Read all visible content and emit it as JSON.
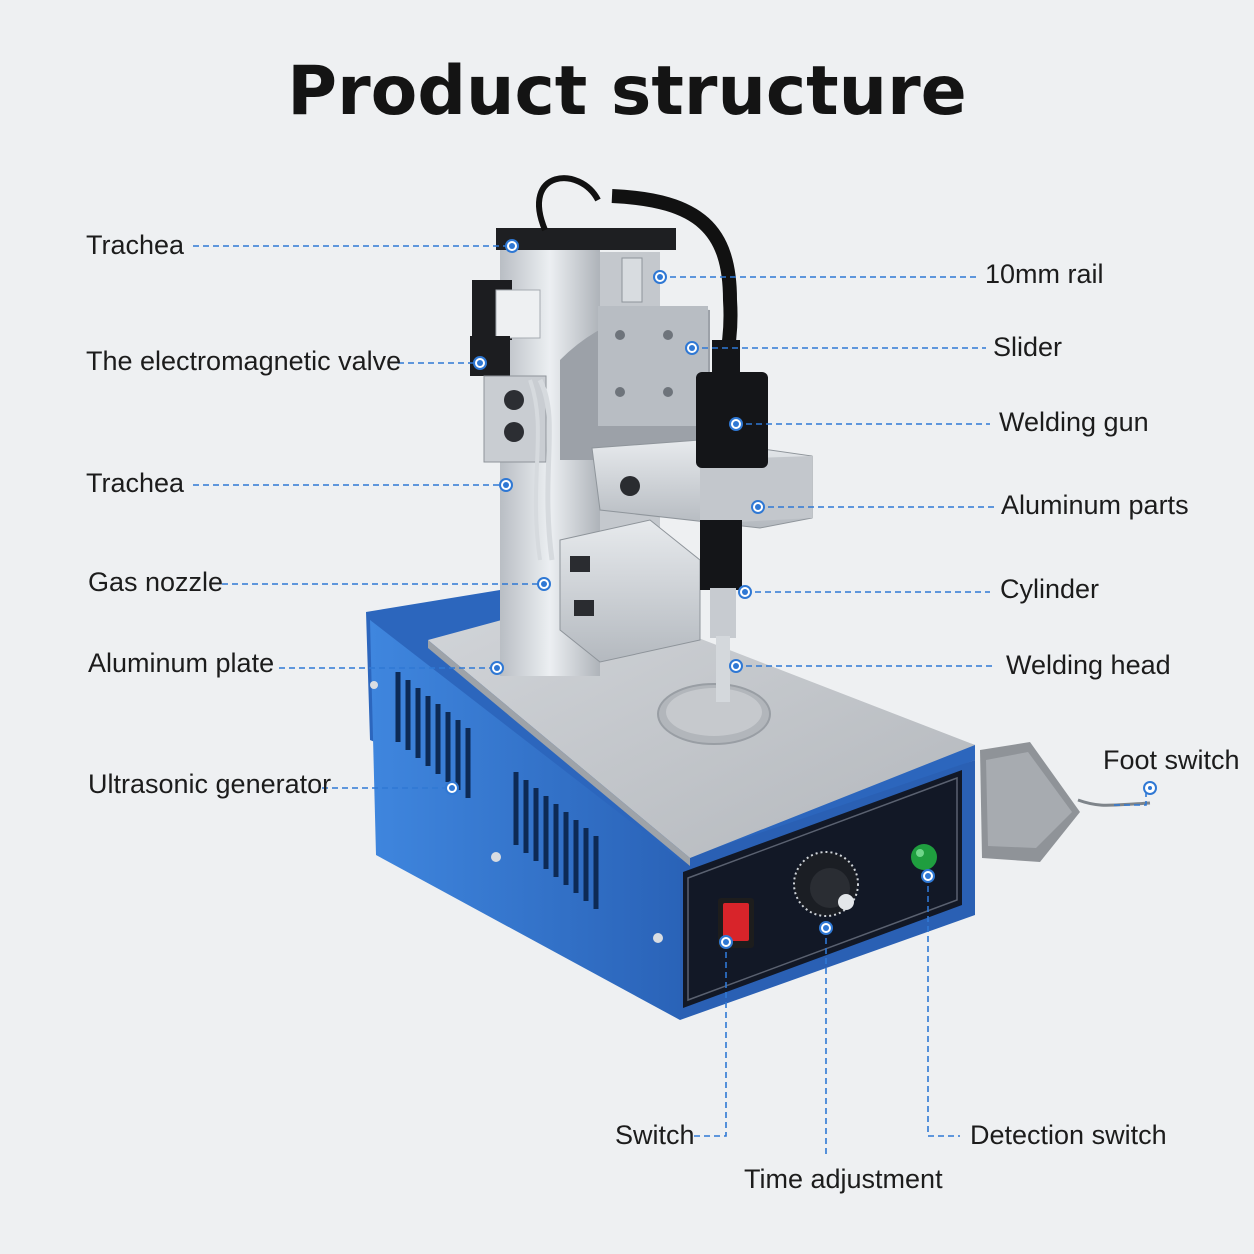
{
  "title": "Product structure",
  "labels": {
    "trachea_top": "Trachea",
    "valve": "The electromagnetic valve",
    "trachea_mid": "Trachea",
    "gas_nozzle": "Gas nozzle",
    "aluminum_plate": "Aluminum plate",
    "ultrasonic_generator": "Ultrasonic generator",
    "rail": "10mm rail",
    "slider": "Slider",
    "welding_gun": "Welding gun",
    "aluminum_parts": "Aluminum parts",
    "cylinder": "Cylinder",
    "welding_head": "Welding head",
    "foot_switch": "Foot switch",
    "switch": "Switch",
    "time_adjustment": "Time adjustment",
    "detection_switch": "Detection switch"
  },
  "colors": {
    "leader": "#2f78d4",
    "cabinet_blue": "#2f6fc9",
    "background": "#eef0f2",
    "panel": "#121826",
    "rocker_switch": "#d8242a",
    "detection_button": "#1f9e3f"
  }
}
